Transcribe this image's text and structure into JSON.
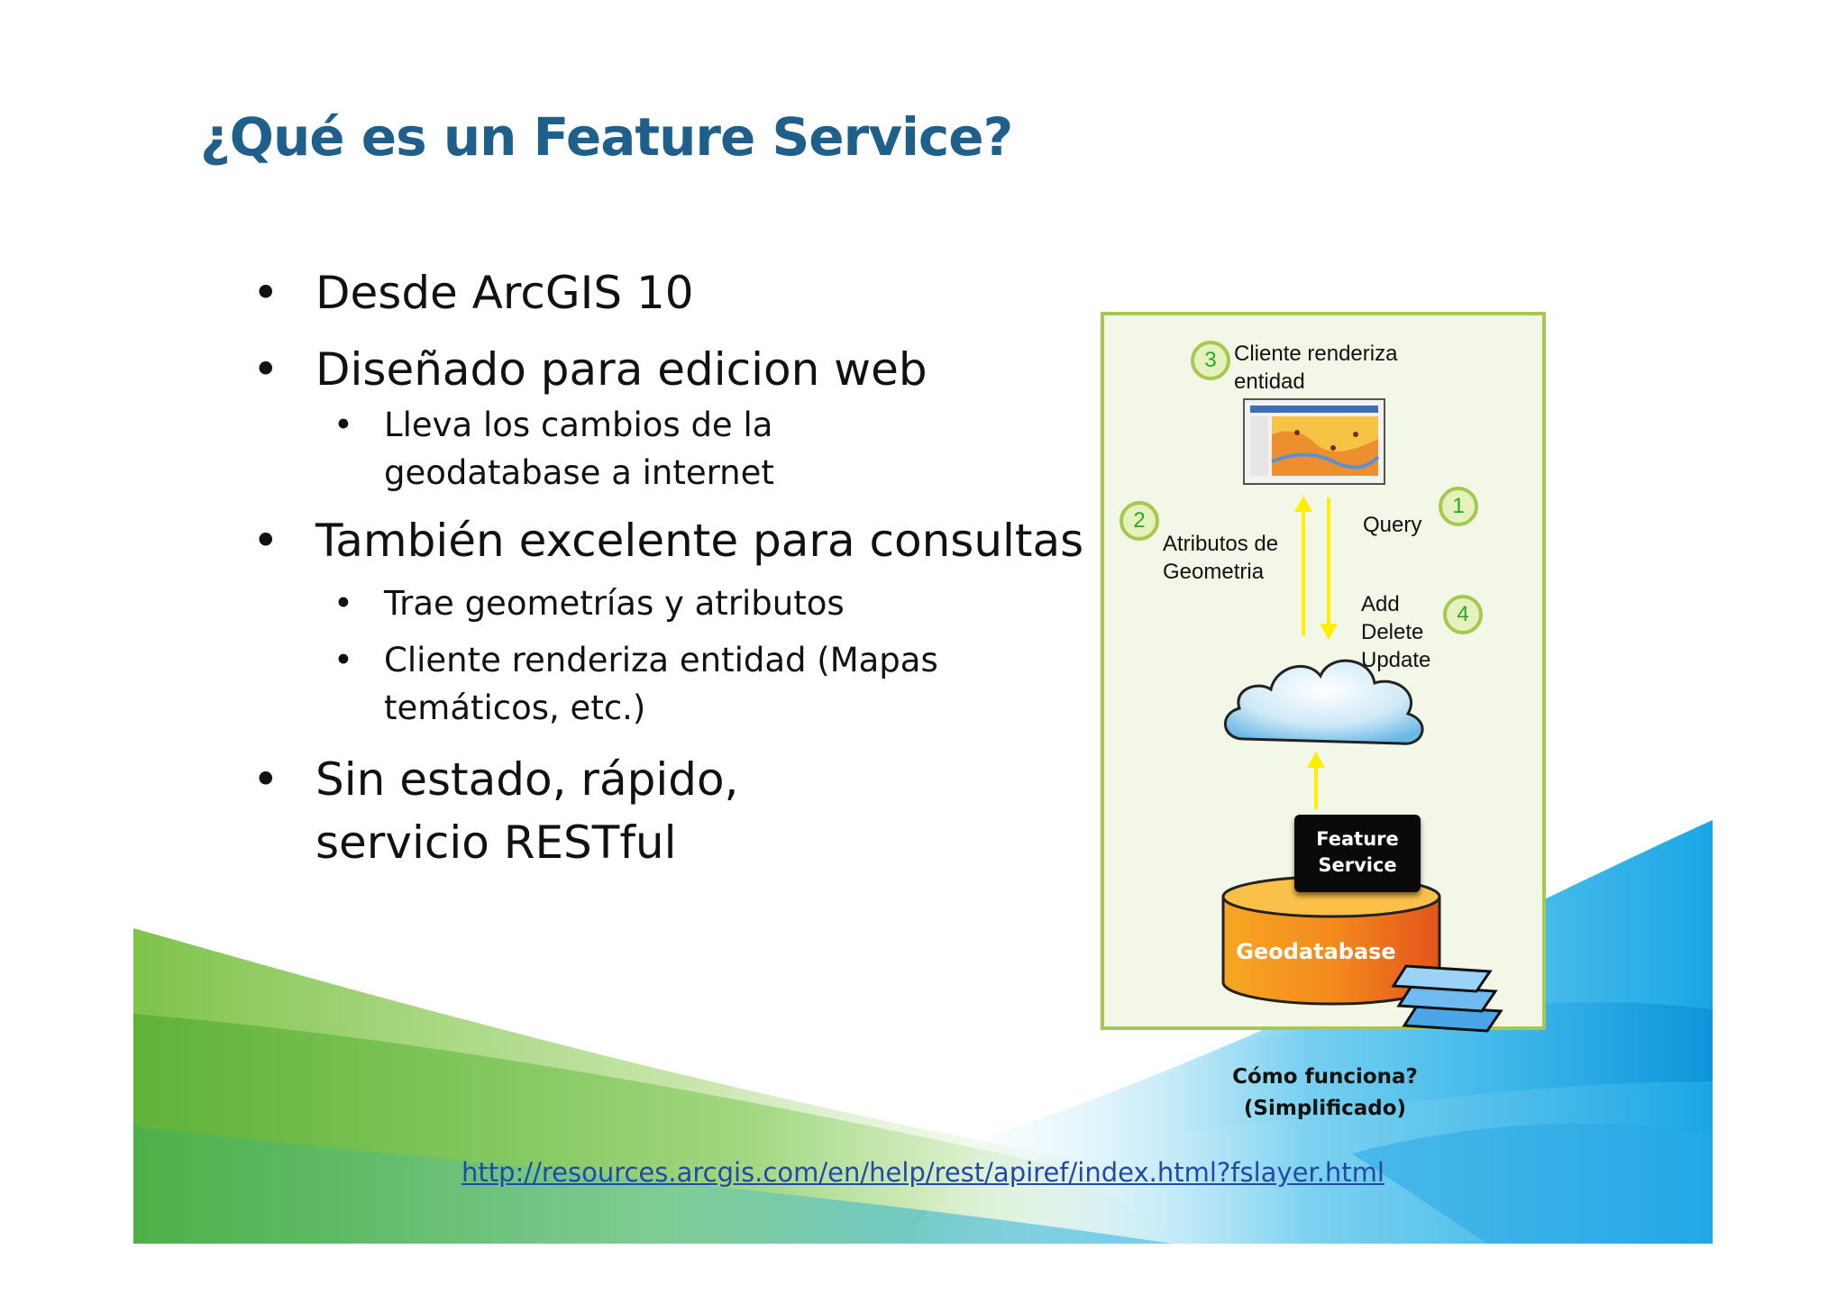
{
  "slide": {
    "title": "¿Qué es un Feature Service?",
    "bullets": [
      {
        "text": "Desde ArcGIS 10",
        "sub": []
      },
      {
        "text": "Diseñado para edicion web",
        "sub": [
          "Lleva los cambios de la geodatabase a internet"
        ]
      },
      {
        "text": "También excelente para consultas",
        "sub": [
          "Trae geometrías y atributos",
          "Cliente renderiza entidad (Mapas temáticos, etc.)"
        ]
      },
      {
        "text": "Sin estado, rápido, servicio RESTful",
        "sub": []
      }
    ],
    "bullet_glyph": "•"
  },
  "diagram": {
    "step3_num": "3",
    "step3_label": "Cliente renderiza\nentidad",
    "step2_num": "2",
    "step2_label": "Atributos de\nGeometria",
    "step1_num": "1",
    "step1_label": "Query",
    "step4_num": "4",
    "step4_label": "Add\nDelete\nUpdate",
    "feature_service_line1": "Feature",
    "feature_service_line2": "Service",
    "geodatabase_label": "Geodatabase",
    "arrow_color": "#ffee00",
    "border_color": "#a4c94e"
  },
  "caption": {
    "line1": "Cómo funciona?",
    "line2": "(Simplificado)"
  },
  "link": {
    "text": "http://resources.arcgis.com/en/help/rest/apiref/index.html?fslayer.html"
  }
}
